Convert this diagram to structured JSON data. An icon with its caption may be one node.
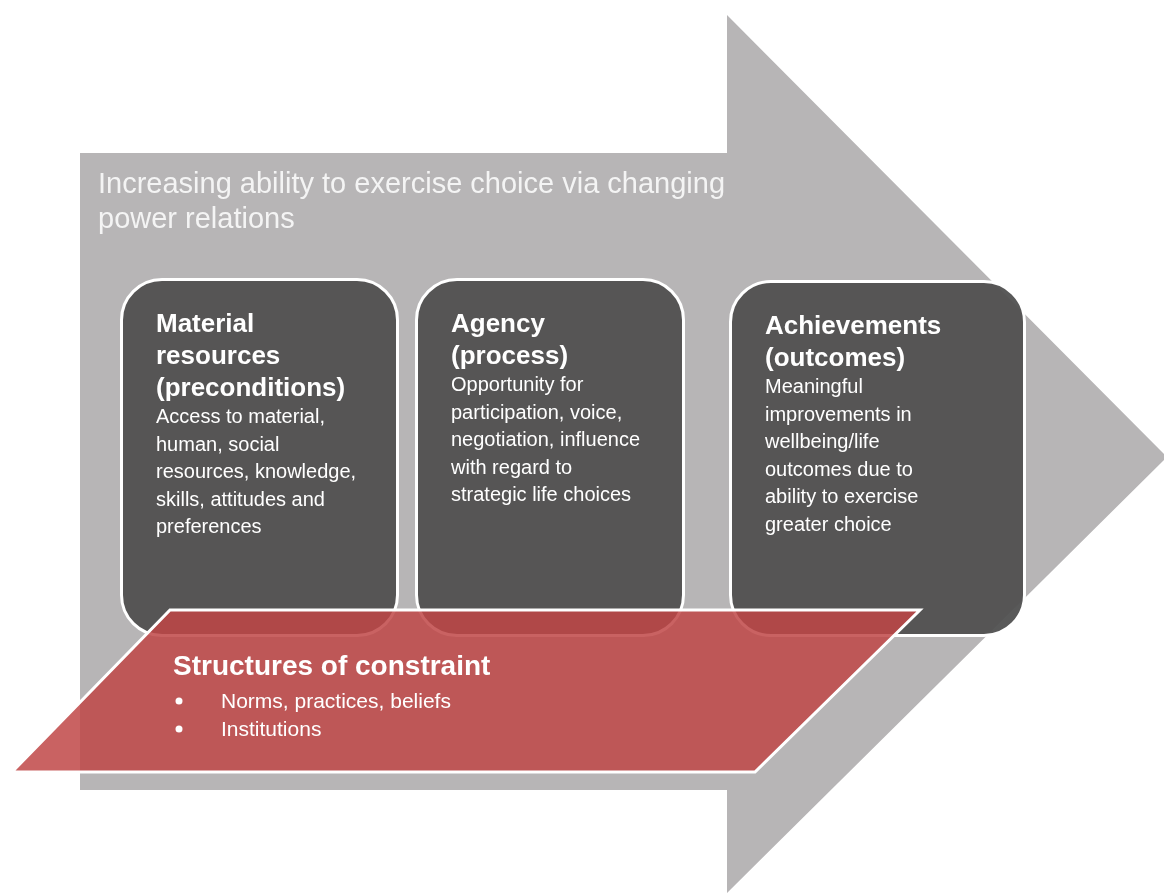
{
  "diagram": {
    "nodes": [
      {
        "text": [
          "Increasing ability to exercise choice via changing power relations"
        ]
      },
      {
        "text": [
          "Material resources (preconditions)",
          "Access to material, human, social resources, knowledge, skills, attitudes and preferences"
        ],
        "in": 0
      },
      {
        "text": [
          "Agency (process)",
          "Opportunity for participation, voice, negotiation, influence with regard to strategic life choices"
        ],
        "in": 0
      },
      {
        "text": [
          "Achievements (outcomes)",
          "Meaningful improvements in wellbeing/life outcomes due to ability to exercise greater choice"
        ],
        "in": 0
      },
      {
        "text": [
          "Structures of constraint",
          "Norms, practices, beliefs",
          "Institutions"
        ]
      }
    ],
    "edges": []
  }
}
